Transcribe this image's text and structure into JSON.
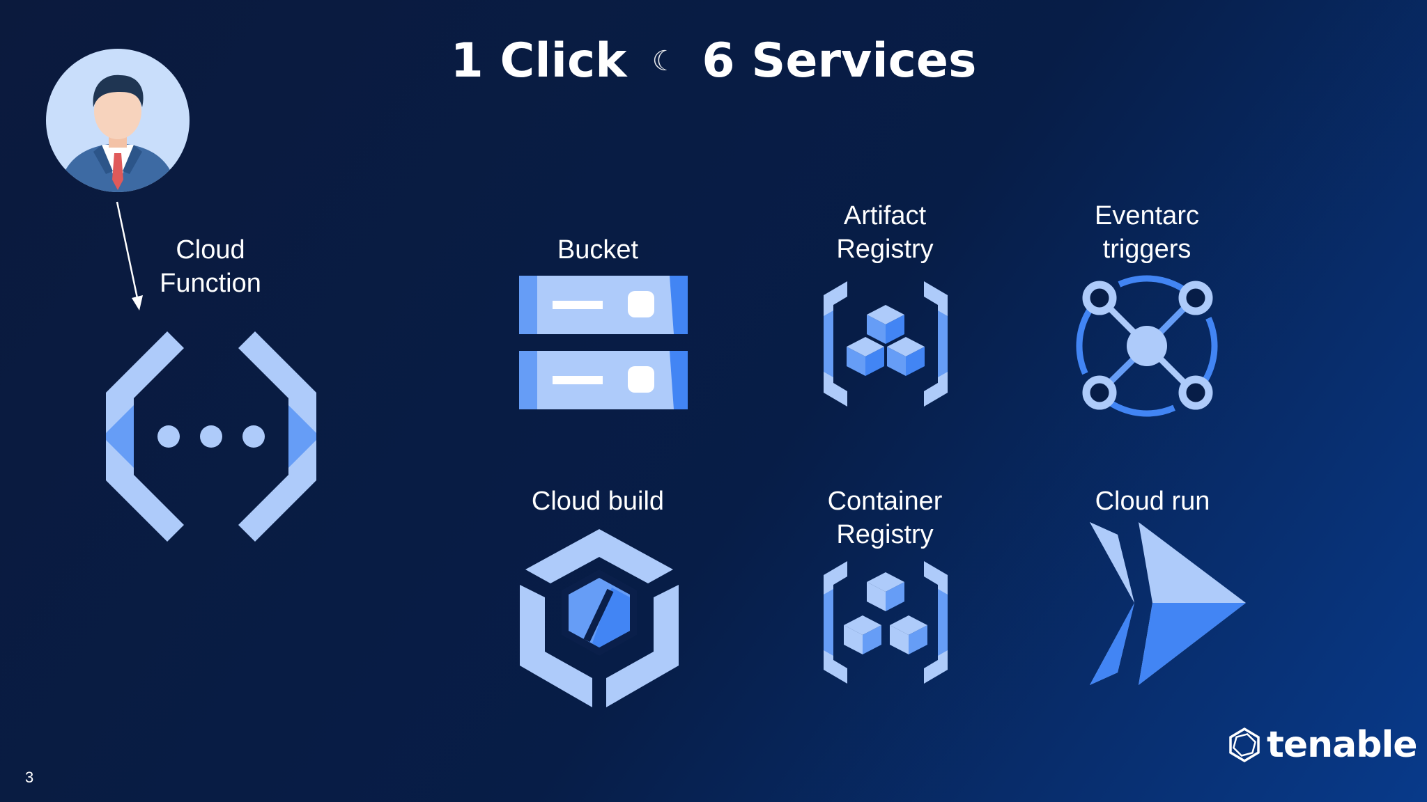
{
  "title": {
    "left": "1 Click",
    "separator_glyph": "☾",
    "right": "6 Services"
  },
  "user": {
    "label_line1": "Cloud",
    "label_line2": "Function"
  },
  "services": {
    "bucket": "Bucket",
    "artifact_line1": "Artifact",
    "artifact_line2": "Registry",
    "eventarc_line1": "Eventarc",
    "eventarc_line2": "triggers",
    "cloud_build": "Cloud build",
    "container_line1": "Container",
    "container_line2": "Registry",
    "cloud_run": "Cloud run"
  },
  "footer": {
    "page_number": "3",
    "brand": "tenable"
  },
  "colors": {
    "light": "#aecbfa",
    "mid": "#669df6",
    "dark": "#4285f4",
    "bg": "#071d47"
  }
}
